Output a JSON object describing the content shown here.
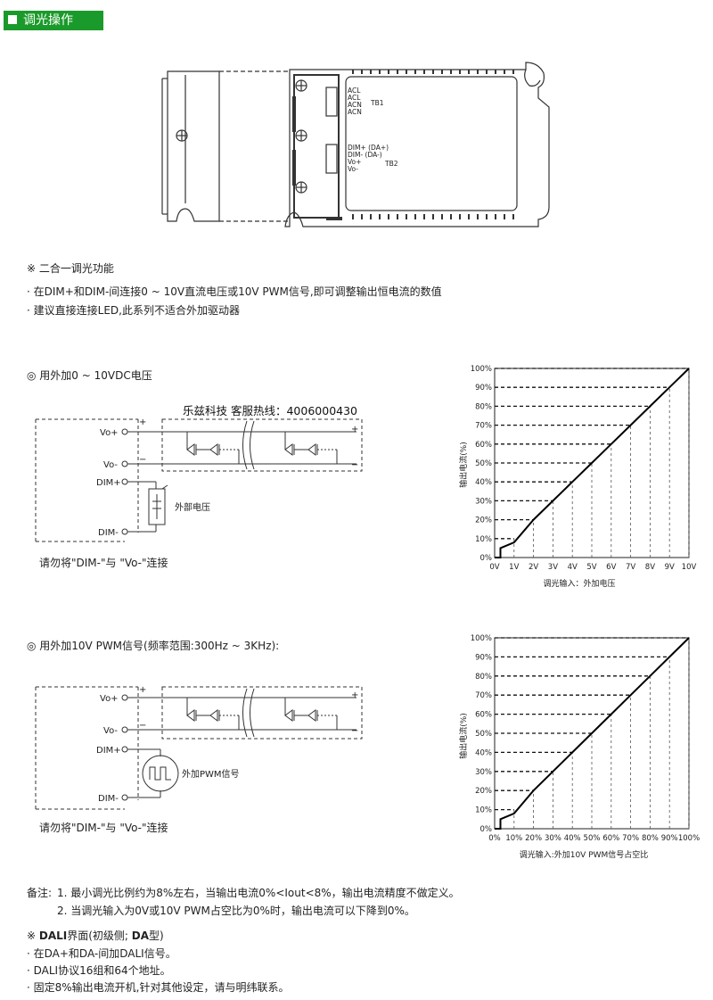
{
  "section_title": "调光操作",
  "device": {
    "tb1_label": "TB1",
    "tb1_pins": [
      "ACL",
      "ACL",
      "ACN",
      "ACN"
    ],
    "tb2_label": "TB2",
    "tb2_pins": [
      "DIM+ (DA+)",
      "DIM- (DA-)",
      "Vo+",
      "Vo-"
    ]
  },
  "intro": {
    "heading": "※ 二合一调光功能",
    "bullets": [
      "· 在DIM+和DIM-间连接0 ~ 10V直流电压或10V PWM信号,即可调整输出恒电流的数值",
      "· 建议直接连接LED,此系列不适合外加驱动器"
    ]
  },
  "diagram1": {
    "title": "◎ 用外加0 ~ 10VDC电压",
    "watermark": "乐兹科技 客服热线：4006000430",
    "vo_plus": "Vo+",
    "vo_minus": "Vo-",
    "dim_plus": "DIM+",
    "dim_minus": "DIM-",
    "plus": "+",
    "minus": "−",
    "source_label": "外部电压",
    "warning": "请勿将\"DIM-\"与 \"Vo-\"连接"
  },
  "diagram2": {
    "title": "◎ 用外加10V PWM信号(频率范围:300Hz ~ 3KHz):",
    "vo_plus": "Vo+",
    "vo_minus": "Vo-",
    "dim_plus": "DIM+",
    "dim_minus": "DIM-",
    "plus": "+",
    "minus": "−",
    "source_label": "外加PWM信号",
    "warning": "请勿将\"DIM-\"与 \"Vo-\"连接"
  },
  "chart_data": [
    {
      "type": "line",
      "categories": [
        "0V",
        "1V",
        "2V",
        "3V",
        "4V",
        "5V",
        "6V",
        "7V",
        "8V",
        "9V",
        "10V"
      ],
      "y_ticks": [
        "0%",
        "10%",
        "20%",
        "30%",
        "40%",
        "50%",
        "60%",
        "70%",
        "80%",
        "90%",
        "100%"
      ],
      "x": [
        0,
        0.3,
        0.3,
        1,
        2,
        3,
        4,
        5,
        6,
        7,
        8,
        9,
        10
      ],
      "y": [
        0,
        0,
        5,
        8,
        20,
        30,
        40,
        50,
        60,
        70,
        80,
        90,
        100
      ],
      "ylabel": "输出电流(%)",
      "xlabel": "调光输入：外加电压",
      "xlim": [
        0,
        10
      ],
      "ylim": [
        0,
        100
      ]
    },
    {
      "type": "line",
      "categories": [
        "0%",
        "10%",
        "20%",
        "30%",
        "40%",
        "50%",
        "60%",
        "70%",
        "80%",
        "90%",
        "100%"
      ],
      "y_ticks": [
        "0%",
        "10%",
        "20%",
        "30%",
        "40%",
        "50%",
        "60%",
        "70%",
        "80%",
        "90%",
        "100%"
      ],
      "x": [
        0,
        3,
        3,
        10,
        20,
        30,
        40,
        50,
        60,
        70,
        80,
        90,
        100
      ],
      "y": [
        0,
        0,
        5,
        8,
        20,
        30,
        40,
        50,
        60,
        70,
        80,
        90,
        100
      ],
      "ylabel": "输出电流(%)",
      "xlabel": "调光输入:外加10V PWM信号占空比",
      "xlim": [
        0,
        100
      ],
      "ylim": [
        0,
        100
      ]
    }
  ],
  "notes": {
    "prefix": "备注:",
    "items": [
      "1. 最小调光比例约为8%左右，当输出电流0%<Iout<8%，输出电流精度不做定义。",
      "2. 当调光输入为0V或10V PWM占空比为0%时，输出电流可以下降到0%。"
    ]
  },
  "dali": {
    "heading_mark": "※ ",
    "heading_bold1": "DALI",
    "heading_mid": "界面(初级侧; ",
    "heading_bold2": "DA",
    "heading_end": "型)",
    "bullets": [
      "· 在DA+和DA-间加DALI信号。",
      "· DALI协议16组和64个地址。",
      "· 固定8%输出电流开机,针对其他设定，请与明纬联系。"
    ]
  }
}
